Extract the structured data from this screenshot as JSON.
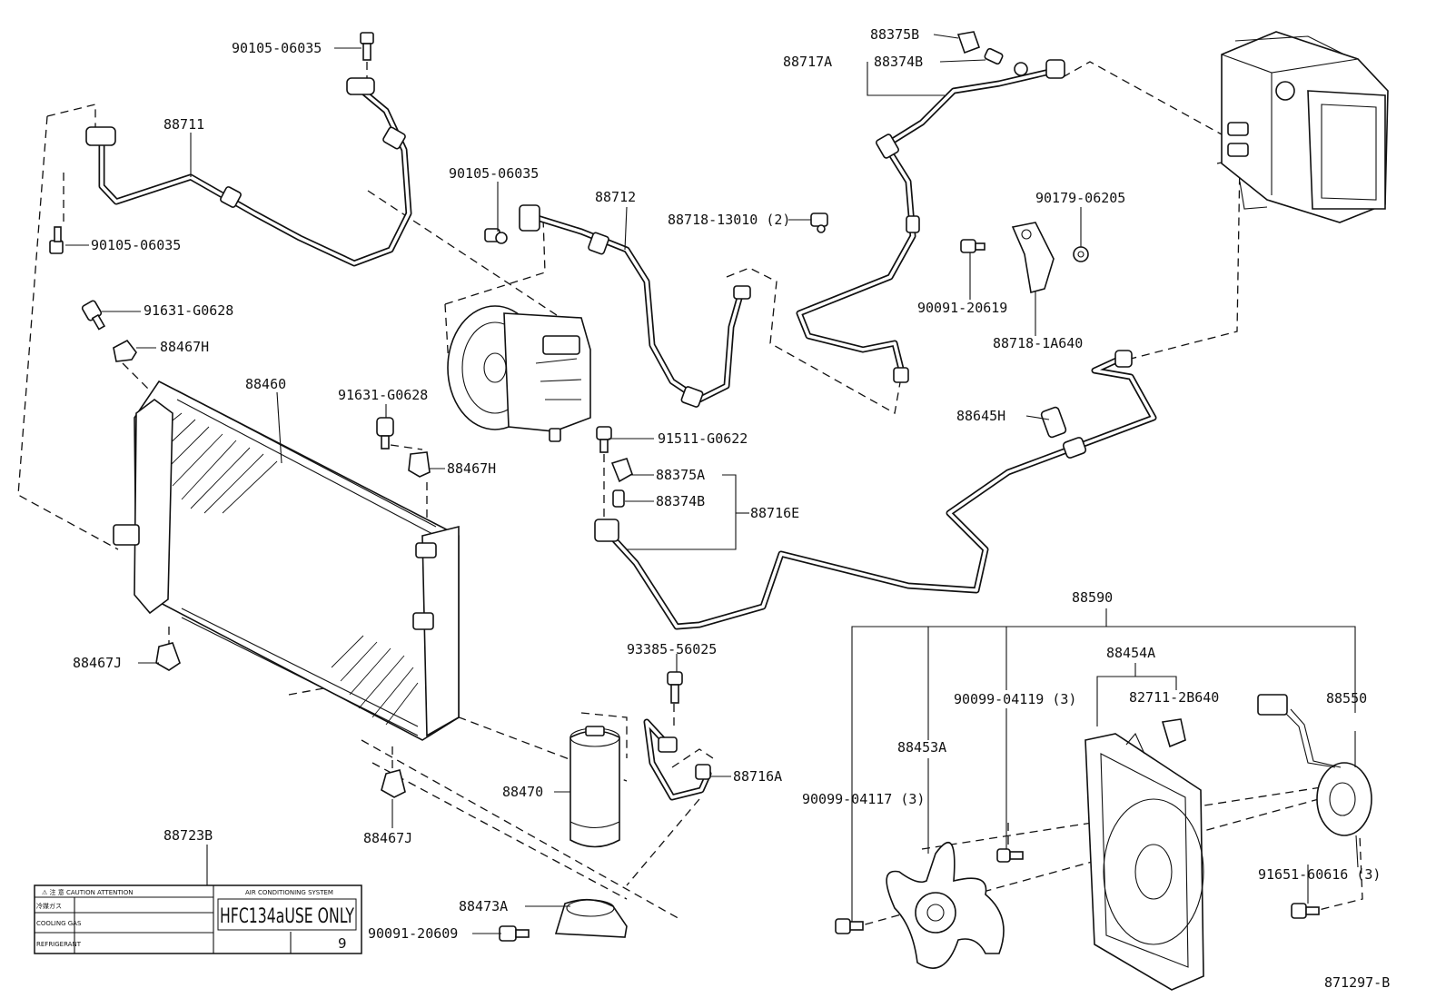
{
  "labels": {
    "bolt_90105_06035_top": "90105-06035",
    "pipe_88711": "88711",
    "bolt_90105_06035_left": "90105-06035",
    "bolt_91631_G0628_left": "91631-G0628",
    "cushion_88467H_left": "88467H",
    "condenser_88460": "88460",
    "bolt_91631_G0628_mid": "91631-G0628",
    "cushion_88467H_mid": "88467H",
    "cushion_88467J_left": "88467J",
    "cushion_88467J_bottom": "88467J",
    "bolt_90105_06035_mid": "90105-06035",
    "pipe_88712": "88712",
    "clamp_88718_13010": "88718-13010 (2)",
    "cap_88375B": "88375B",
    "pipe_88717A": "88717A",
    "valve_88374B_top": "88374B",
    "bolt_90179_06205": "90179-06205",
    "bolt_90091_20619": "90091-20619",
    "clamp_88718_1A640": "88718-1A640",
    "switch_88645H": "88645H",
    "bolt_91511_G0622": "91511-G0622",
    "cap_88375A": "88375A",
    "valve_88374B_mid": "88374B",
    "pipe_88716E": "88716E",
    "bolt_93385_56025": "93385-56025",
    "pipe_88716A": "88716A",
    "receiver_88470": "88470",
    "bracket_88473A": "88473A",
    "bolt_90091_20609": "90091-20609",
    "label_88723B": "88723B",
    "fan_assy_88590": "88590",
    "shroud_88454A": "88454A",
    "screw_90099_04119": "90099-04119 (3)",
    "clip_82711_2B640": "82711-2B640",
    "motor_88550": "88550",
    "fan_88453A": "88453A",
    "screw_90099_04117": "90099-04117 (3)",
    "bolt_91651_60616": "91651-60616 (3)",
    "diagram_code": "871297-B"
  },
  "sticker": {
    "header": "⚠ 注 意   CAUTION   ATTENTION",
    "row1": "冷媒ガス",
    "row2": "COOLING GAS",
    "row3": "REFRIGERANT",
    "system_title": "AIR CONDITIONING SYSTEM",
    "main_text": "HFC134aUSE ONLY",
    "number": "9"
  }
}
